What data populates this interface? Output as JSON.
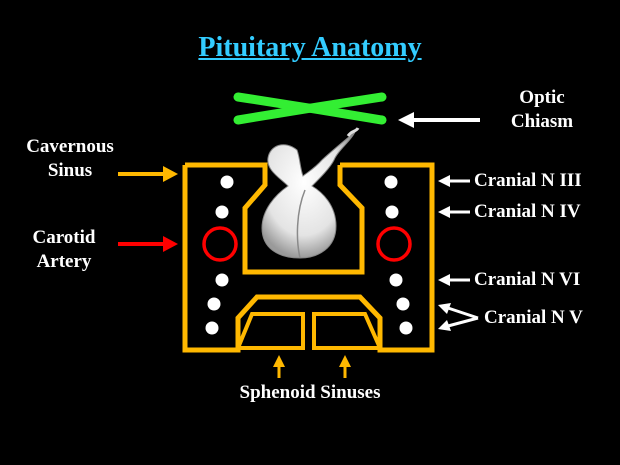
{
  "title": "Pituitary Anatomy",
  "labels": {
    "optic_chiasm_line1": "Optic",
    "optic_chiasm_line2": "Chiasm",
    "cavernous_line1": "Cavernous",
    "cavernous_line2": "Sinus",
    "carotid_line1": "Carotid",
    "carotid_line2": "Artery",
    "cn3": "Cranial N III",
    "cn4": "Cranial N IV",
    "cn6": "Cranial N VI",
    "cn5": "Cranial N V",
    "sphenoid": "Sphenoid Sinuses"
  },
  "colors": {
    "title": "#33ccff",
    "background": "#000000",
    "sinus_outline": "#ffb800",
    "optic_chiasm": "#33ee33",
    "carotid": "#ff0000",
    "nerve": "#ffffff",
    "gland": "#e8e8e8"
  }
}
